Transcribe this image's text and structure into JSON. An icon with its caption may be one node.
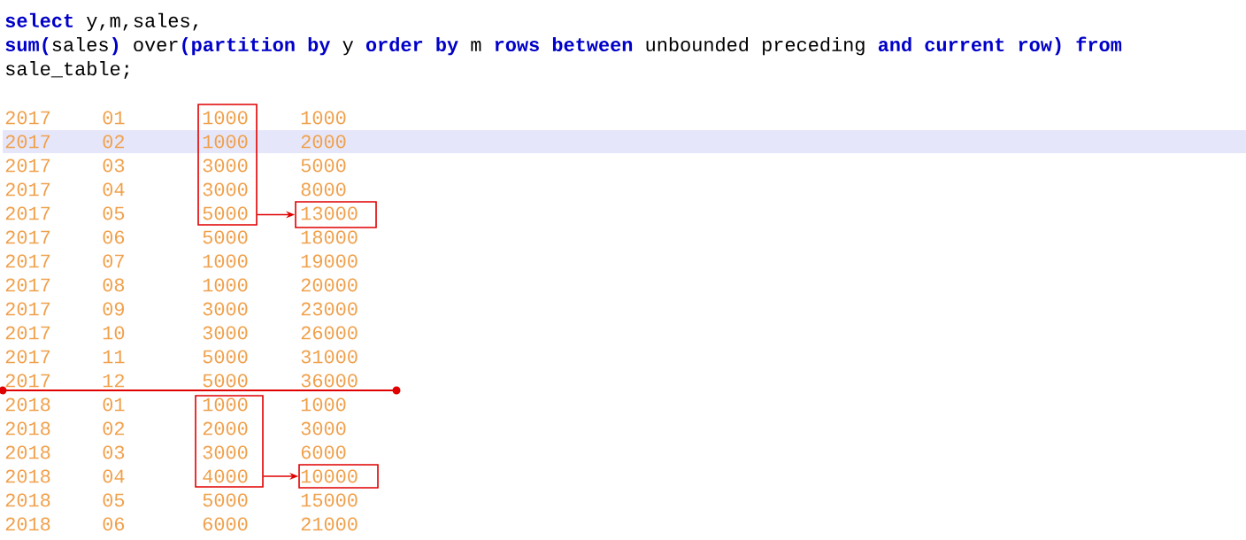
{
  "diagram": {
    "nodes": [
      {
        "text": [
          "1000",
          "1000",
          "3000",
          "3000",
          "5000"
        ]
      },
      {
        "text": [
          "13000"
        ]
      },
      {
        "text": [
          "1000",
          "2000",
          "3000",
          "4000"
        ]
      },
      {
        "text": [
          "10000"
        ]
      }
    ],
    "edges": [
      {
        "from": 0,
        "to": 1,
        "arrow": "to"
      },
      {
        "from": 2,
        "to": 3,
        "arrow": "to"
      }
    ],
    "labels": [
      "**select** y,m,sales,",
      "**sum(**sales**)** over**(partition by** y **order by** m **rows between** unbounded preceding **and current row)** **from**",
      "sale_table;",
      "2017",
      "01",
      "1000",
      "2017",
      "02",
      "2000",
      "2017",
      "03",
      "5000",
      "2017",
      "04",
      "8000",
      "2017",
      "05",
      "2017",
      "06",
      "5000",
      "18000",
      "2017",
      "07",
      "1000",
      "19000",
      "2017",
      "08",
      "1000",
      "20000",
      "2017",
      "09",
      "3000",
      "23000",
      "2017",
      "10",
      "3000",
      "26000",
      "2017",
      "11",
      "5000",
      "31000",
      "2017",
      "12",
      "5000",
      "36000",
      "2018",
      "01",
      "1000",
      "2018",
      "02",
      "3000",
      "2018",
      "03",
      "6000",
      "2018",
      "04",
      "2018",
      "05",
      "5000",
      "15000",
      "2018",
      "06",
      "6000",
      "21000"
    ]
  }
}
